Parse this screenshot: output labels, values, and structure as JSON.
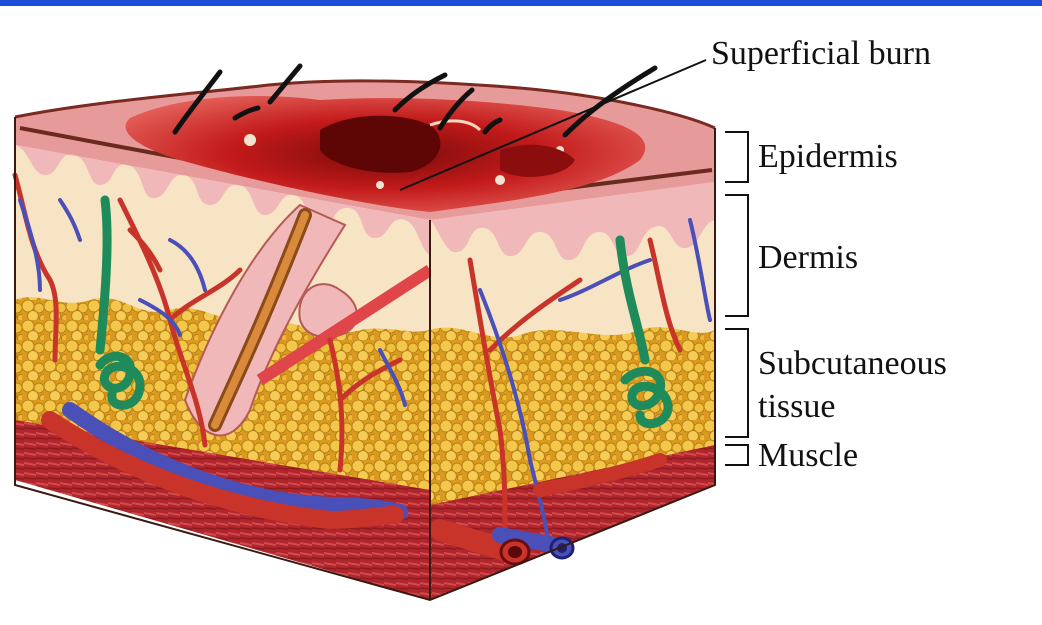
{
  "colors": {
    "top_bar": "#1a4fd6",
    "epidermis": "#f0b8b8",
    "dermis": "#f6e4c4",
    "fat": "#e9b43a",
    "muscle": "#b0262c",
    "burn": "#c21a1a",
    "artery": "#c8342a",
    "vein": "#4b4fb8",
    "sweat_gland": "#1f8a5a"
  },
  "labels": {
    "superficial_burn": "Superficial burn",
    "epidermis": "Epidermis",
    "dermis": "Dermis",
    "subcutaneous_line1": "Subcutaneous",
    "subcutaneous_line2": "tissue",
    "muscle": "Muscle"
  }
}
